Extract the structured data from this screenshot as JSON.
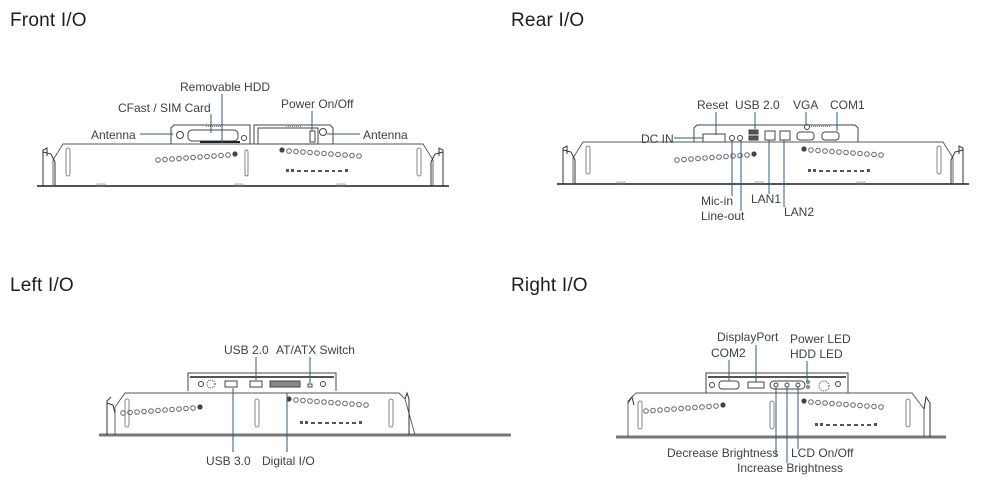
{
  "panels": {
    "front": {
      "title": "Front I/O",
      "labels": {
        "removable_hdd": "Removable HDD",
        "cfast_sim": "CFast / SIM Card",
        "power": "Power On/Off",
        "antenna_left": "Antenna",
        "antenna_right": "Antenna"
      }
    },
    "rear": {
      "title": "Rear I/O",
      "labels": {
        "reset": "Reset",
        "usb20": "USB 2.0",
        "vga": "VGA",
        "com1": "COM1",
        "dc_in": "DC IN",
        "mic_in": "Mic-in",
        "line_out": "Line-out",
        "lan1": "LAN1",
        "lan2": "LAN2"
      }
    },
    "left": {
      "title": "Left I/O",
      "labels": {
        "usb20": "USB 2.0",
        "at_atx": "AT/ATX Switch",
        "usb30": "USB 3.0",
        "dio": "Digital I/O"
      }
    },
    "right": {
      "title": "Right I/O",
      "labels": {
        "displayport": "DisplayPort",
        "com2": "COM2",
        "power_led": "Power LED",
        "hdd_led": "HDD LED",
        "dec_bright": "Decrease Brightness",
        "inc_bright": "Increase Brightness",
        "lcd_onoff": "LCD On/Off"
      }
    }
  },
  "colors": {
    "leader_line": "#2b5d8a",
    "outline": "#555555",
    "label_text": "#3b4148"
  }
}
